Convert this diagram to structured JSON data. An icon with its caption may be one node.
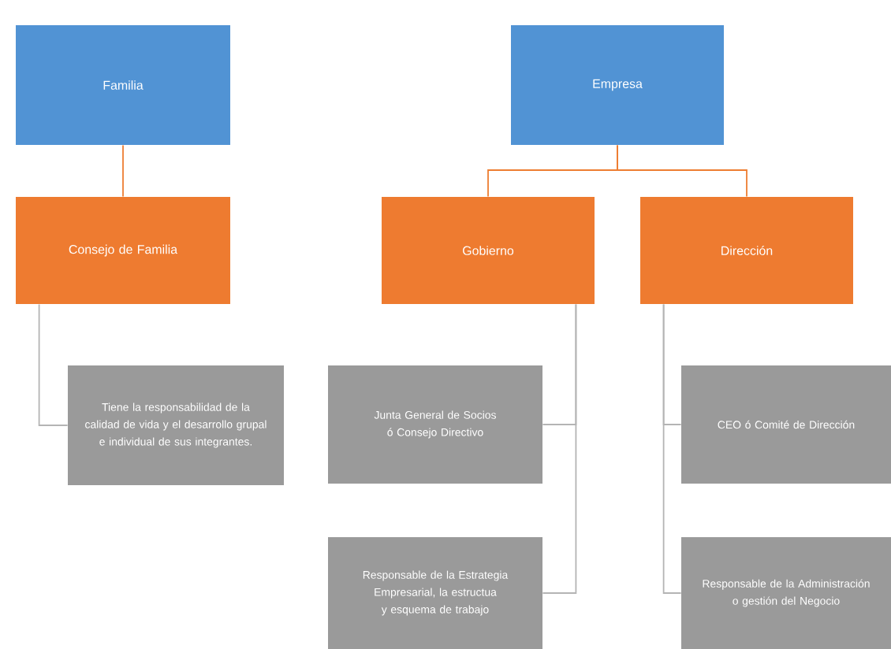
{
  "diagram": {
    "nodes": [
      {
        "text": [
          "Familia"
        ]
      },
      {
        "text": [
          "Consejo de Familia"
        ]
      },
      {
        "text": [
          "Tiene la responsabilidad de la calidad de vida y el desarrollo grupal e individual de sus integrantes."
        ]
      },
      {
        "text": [
          "Empresa"
        ]
      },
      {
        "text": [
          "Gobierno"
        ]
      },
      {
        "text": [
          "Dirección"
        ]
      },
      {
        "text": [
          "Junta General de Socios ó Consejo Directivo"
        ]
      },
      {
        "text": [
          "Responsable de la Estrategia Empresarial, la estructua y esquema de trabajo"
        ]
      },
      {
        "text": [
          "CEO ó Comité de Dirección"
        ]
      },
      {
        "text": [
          "Responsable de la Administración o gestión del Negocio"
        ]
      }
    ],
    "edges": [
      {
        "from": 0,
        "to": 1,
        "arrow": "none",
        "color": "#ed7d31"
      },
      {
        "from": 1,
        "to": 2,
        "arrow": "none"
      },
      {
        "from": 3,
        "to": 4,
        "arrow": "none",
        "color": "#ed7d31"
      },
      {
        "from": 3,
        "to": 5,
        "arrow": "none",
        "color": "#ed7d31"
      },
      {
        "from": 4,
        "to": 6,
        "arrow": "none"
      },
      {
        "from": 4,
        "to": 7,
        "arrow": "none"
      },
      {
        "from": 5,
        "to": 8,
        "arrow": "none"
      },
      {
        "from": 5,
        "to": 9,
        "arrow": "none"
      }
    ]
  }
}
